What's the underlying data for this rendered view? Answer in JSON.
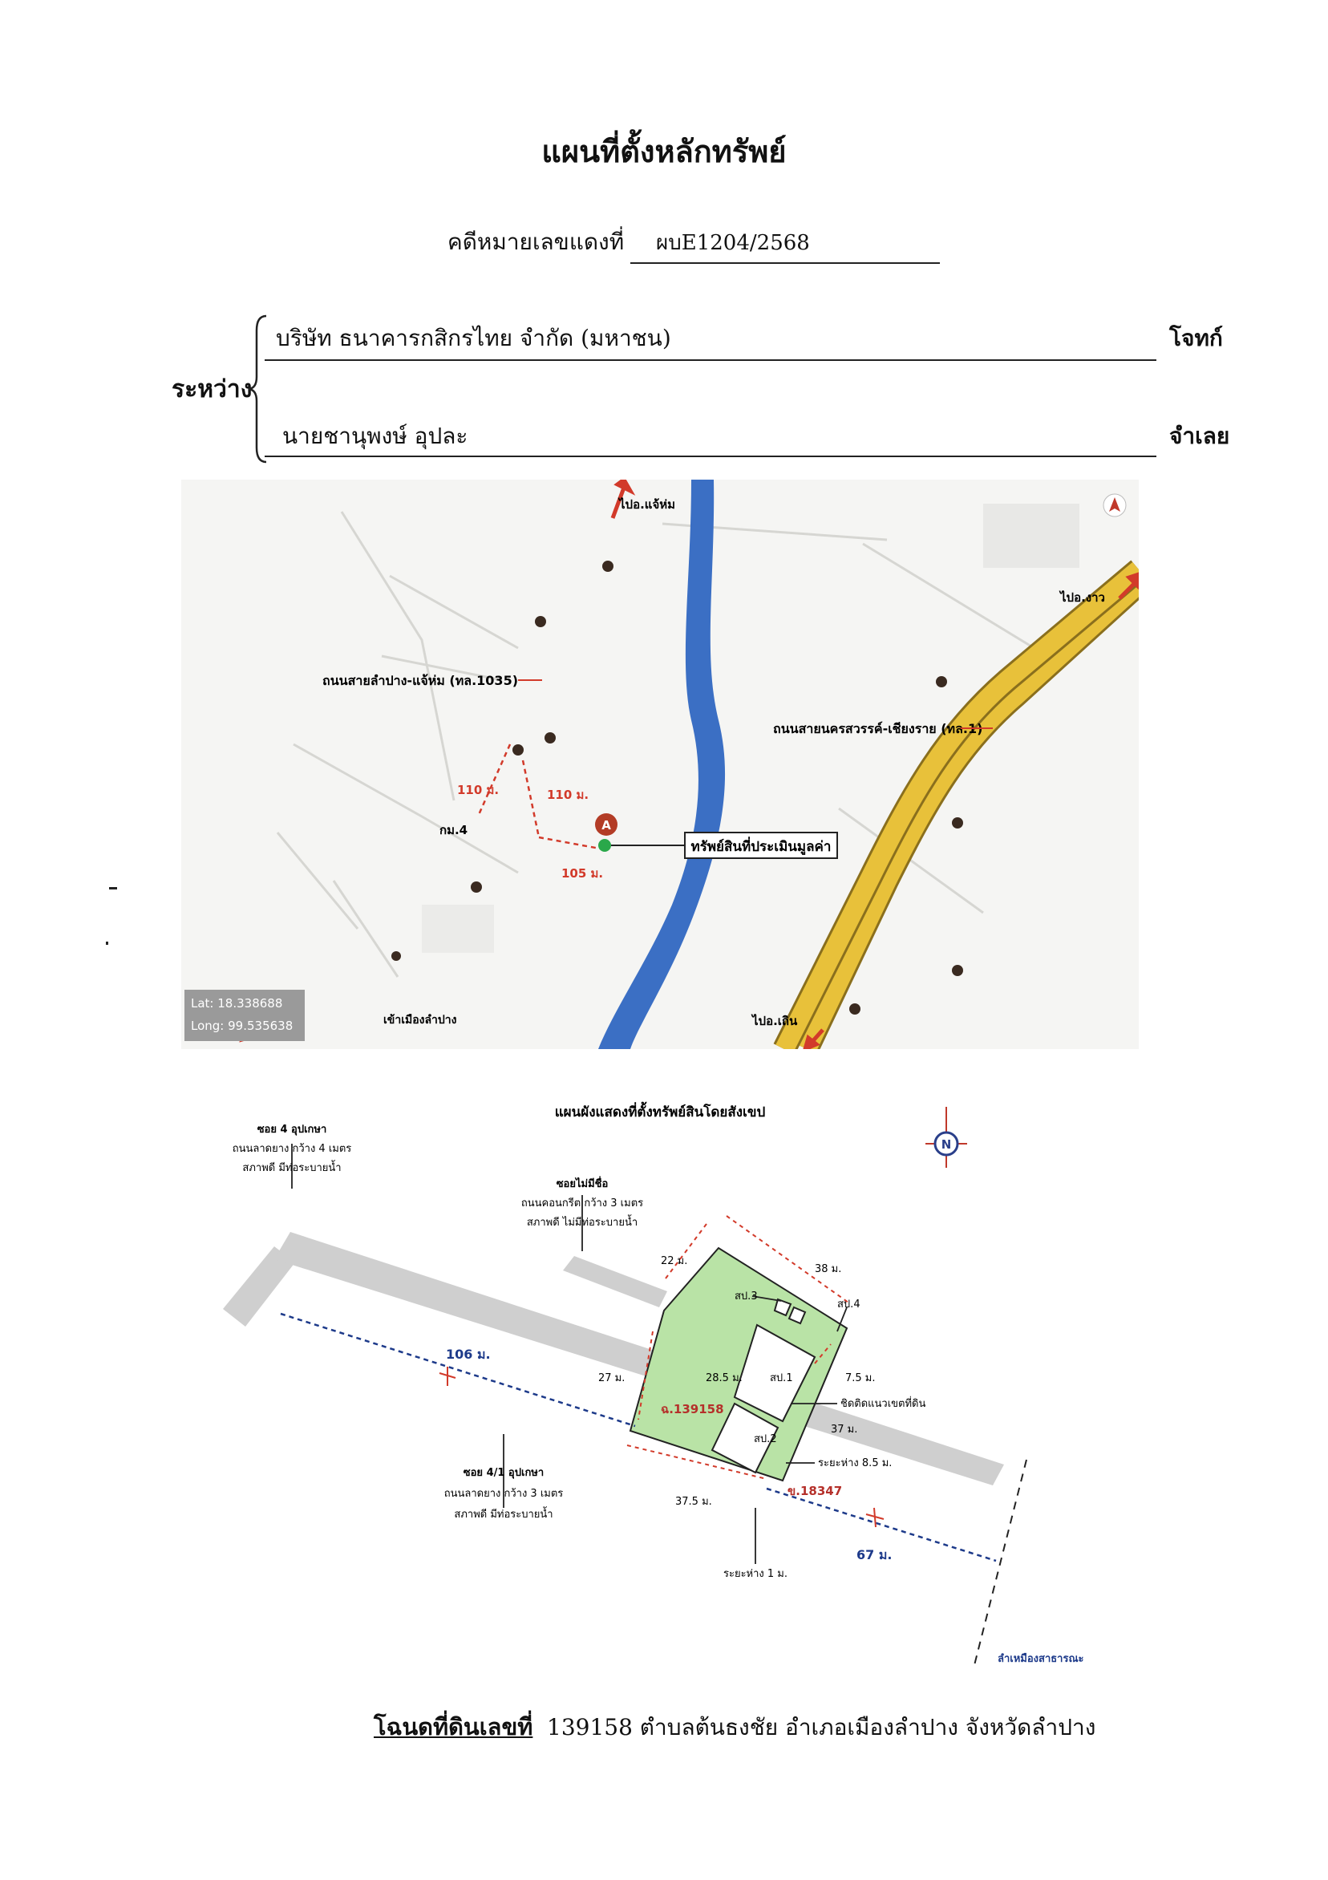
{
  "header": {
    "title": "แผนที่ตั้งหลักทรัพย์",
    "case_label": "คดีหมายเลขแดงที่",
    "case_number": "ผบE1204/2568"
  },
  "parties": {
    "between_label": "ระหว่าง",
    "plaintiff": "บริษัท ธนาคารกสิกรไทย จำกัด (มหาชน)",
    "plaintiff_role": "โจทก์",
    "defendant": "นายชานุพงษ์ อุปละ",
    "defendant_role": "จำเลย"
  },
  "location_map": {
    "to_jaehom": "ไปอ.แจ้ห่ม",
    "to_ngao": "ไปอ.งาว",
    "to_thoen": "ไปอ.เถิน",
    "to_city": "เข้าเมืองลำปาง",
    "road_1035": "ถนนสายลำปาง-แจ้ห่ม (ทล.1035)",
    "road_1": "ถนนสายนครสวรรค์-เชียงราย (ทล.1)",
    "km_marker": "กม.4",
    "dist_a": "110 ม.",
    "dist_b": "110 ม.",
    "dist_c": "105 ม.",
    "property_label": "ทรัพย์สินที่ประเมินมูลค่า",
    "marker_letter": "A",
    "lat": "Lat: 18.338688",
    "long": "Long: 99.535638",
    "colors": {
      "river": "#3b6fc4",
      "highway": "#e8c13a",
      "arrow": "#d23a2a"
    }
  },
  "site_plan": {
    "title": "แผนผังแสดงที่ตั้งทรัพย์สินโดยสังเขป",
    "compass": "N",
    "soi4_title": "ซอย 4 อุปเกษา",
    "soi4_line1": "ถนนลาดยาง กว้าง 4 เมตร",
    "soi4_line2": "สภาพดี มีท่อระบายน้ำ",
    "nosoi_title": "ซอยไม่มีชื่อ",
    "nosoi_line1": "ถนนคอนกรีต กว้าง 3 เมตร",
    "nosoi_line2": "สภาพดี ไม่มีท่อระบายน้ำ",
    "soi41_title": "ซอย 4/1 อุปเกษา",
    "soi41_line1": "ถนนลาดยาง กว้าง 3 เมตร",
    "soi41_line2": "สภาพดี มีท่อระบายน้ำ",
    "dist_106": "106 ม.",
    "dist_67": "67 ม.",
    "dist_22": "22 ม.",
    "dist_38": "38 ม.",
    "dist_27": "27 ม.",
    "dist_28_5": "28.5 ม.",
    "dist_37_5": "37.5 ม.",
    "dist_7_5": "7.5 ม.",
    "dist_37": "37 ม.",
    "deed_no": "ฉ.139158",
    "deed_no_2": "ข.18347",
    "b1": "สป.1",
    "b2": "สป.2",
    "b3": "สป.3",
    "b4": "สป.4",
    "note_boundary": "ชิดติดแนวเขตที่ดิน",
    "note_gap_8_5": "ระยะห่าง 8.5 ม.",
    "note_gap_1": "ระยะห่าง 1 ม.",
    "canal": "ลำเหมืองสาธารณะ"
  },
  "deed": {
    "label": "โฉนดที่ดินเลขที่",
    "text": "139158 ตำบลต้นธงชัย อำเภอเมืองลำปาง จังหวัดลำปาง"
  }
}
